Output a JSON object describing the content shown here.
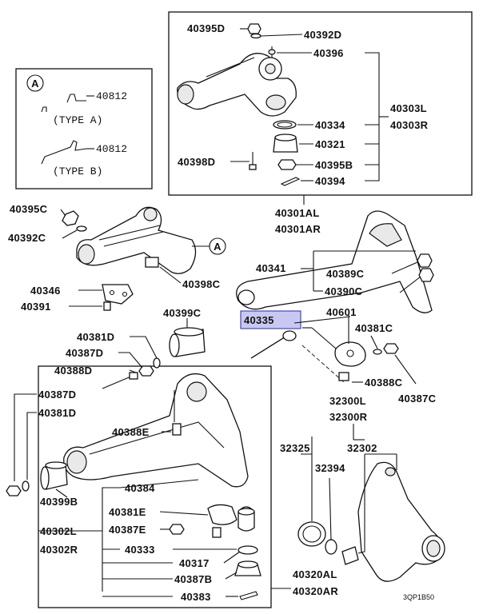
{
  "diagram": {
    "inset": {
      "badge": "A",
      "rows": [
        {
          "part": "40812",
          "type": "(TYPE A)"
        },
        {
          "part": "40812",
          "type": "(TYPE B)"
        }
      ]
    },
    "callout_badge": "A",
    "highlighted_part": "40335",
    "labels": {
      "l40395D": "40395D",
      "l40392D": "40392D",
      "l40396": "40396",
      "l40303L": "40303L",
      "l40303R": "40303R",
      "l40334": "40334",
      "l40321": "40321",
      "l40398D": "40398D",
      "l40395B": "40395B",
      "l40394": "40394",
      "l40301AL": "40301AL",
      "l40301AR": "40301AR",
      "l40395C": "40395C",
      "l40392C": "40392C",
      "l40341": "40341",
      "l40389C": "40389C",
      "l40390C": "40390C",
      "l40398C": "40398C",
      "l40346": "40346",
      "l40391": "40391",
      "l40399C": "40399C",
      "l40601": "40601",
      "l40381C": "40381C",
      "l40381D_a": "40381D",
      "l40387D_a": "40387D",
      "l40388D": "40388D",
      "l40388C": "40388C",
      "l40387C": "40387C",
      "l40387D_b": "40387D",
      "l40381D_b": "40381D",
      "l32300L": "32300L",
      "l32300R": "32300R",
      "l40388E": "40388E",
      "l32325": "32325",
      "l32302": "32302",
      "l32394": "32394",
      "l40384": "40384",
      "l40399B": "40399B",
      "l40381E": "40381E",
      "l40387E": "40387E",
      "l40302L": "40302L",
      "l40302R": "40302R",
      "l40333": "40333",
      "l40317": "40317",
      "l40387B": "40387B",
      "l40383": "40383",
      "l40320AL": "40320AL",
      "l40320AR": "40320AR"
    },
    "diagram_code": "3QP1B50"
  }
}
